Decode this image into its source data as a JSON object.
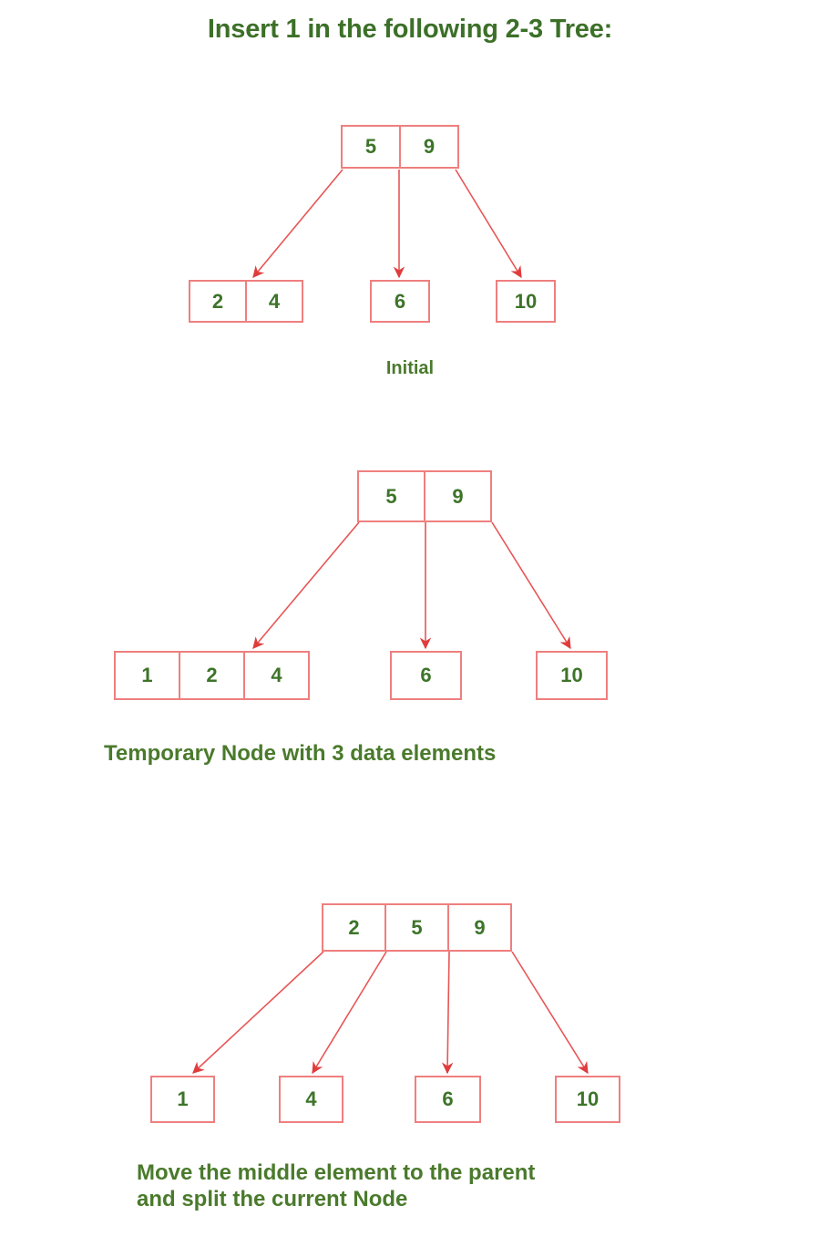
{
  "title": "Insert 1 in the following 2-3 Tree:",
  "colors": {
    "text_green": "#3c7028",
    "node_border": "#ef7f7f",
    "arrow_red": "#e24a4a",
    "background": "#ffffff"
  },
  "captions": {
    "step1": "Initial",
    "step2": "Temporary Node with 3 data elements",
    "step3": "Move the middle element to the parent\nand split the current Node"
  },
  "chart_data": {
    "type": "diagram",
    "title": "Insert 1 in the following 2-3 Tree:",
    "steps": [
      {
        "caption": "Initial",
        "root": {
          "keys": [
            "5",
            "9"
          ]
        },
        "children": [
          {
            "keys": [
              "2",
              "4"
            ]
          },
          {
            "keys": [
              "6"
            ]
          },
          {
            "keys": [
              "10"
            ]
          }
        ]
      },
      {
        "caption": "Temporary Node with 3 data elements",
        "root": {
          "keys": [
            "5",
            "9"
          ]
        },
        "children": [
          {
            "keys": [
              "1",
              "2",
              "4"
            ]
          },
          {
            "keys": [
              "6"
            ]
          },
          {
            "keys": [
              "10"
            ]
          }
        ]
      },
      {
        "caption": "Move the middle element to the parent and split the current Node",
        "root": {
          "keys": [
            "2",
            "5",
            "9"
          ]
        },
        "children": [
          {
            "keys": [
              "1"
            ]
          },
          {
            "keys": [
              "4"
            ]
          },
          {
            "keys": [
              "6"
            ]
          },
          {
            "keys": [
              "10"
            ]
          }
        ]
      }
    ]
  },
  "tree1": {
    "root": {
      "c0": "5",
      "c1": "9"
    },
    "leaf_a": {
      "c0": "2",
      "c1": "4"
    },
    "leaf_b": {
      "c0": "6"
    },
    "leaf_c": {
      "c0": "10"
    }
  },
  "tree2": {
    "root": {
      "c0": "5",
      "c1": "9"
    },
    "leaf_a": {
      "c0": "1",
      "c1": "2",
      "c2": "4"
    },
    "leaf_b": {
      "c0": "6"
    },
    "leaf_c": {
      "c0": "10"
    }
  },
  "tree3": {
    "root": {
      "c0": "2",
      "c1": "5",
      "c2": "9"
    },
    "leaf_a": {
      "c0": "1"
    },
    "leaf_b": {
      "c0": "4"
    },
    "leaf_c": {
      "c0": "6"
    },
    "leaf_d": {
      "c0": "10"
    }
  }
}
